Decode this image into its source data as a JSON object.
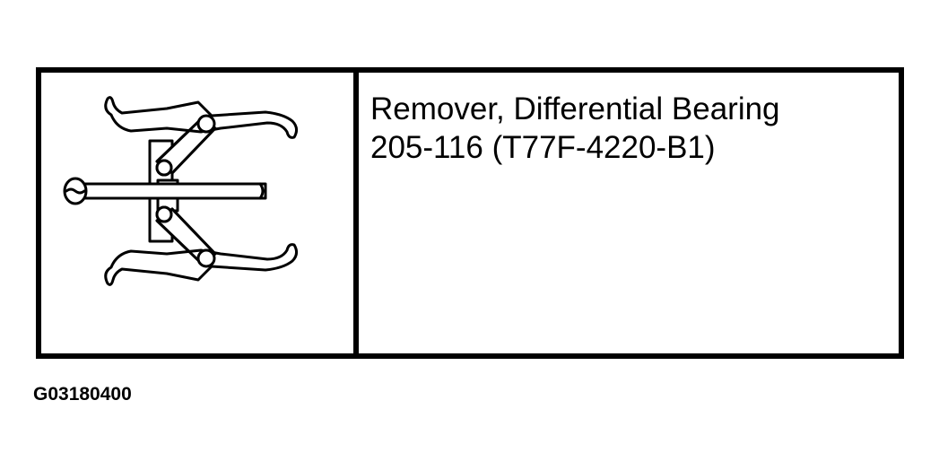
{
  "tool": {
    "name": "Remover, Differential Bearing",
    "number": "205-116 (T77F-4220-B1)",
    "illustration": "bearing-puller-icon"
  },
  "figure_id": "G03180400",
  "colors": {
    "line": "#000000",
    "background": "#ffffff"
  }
}
